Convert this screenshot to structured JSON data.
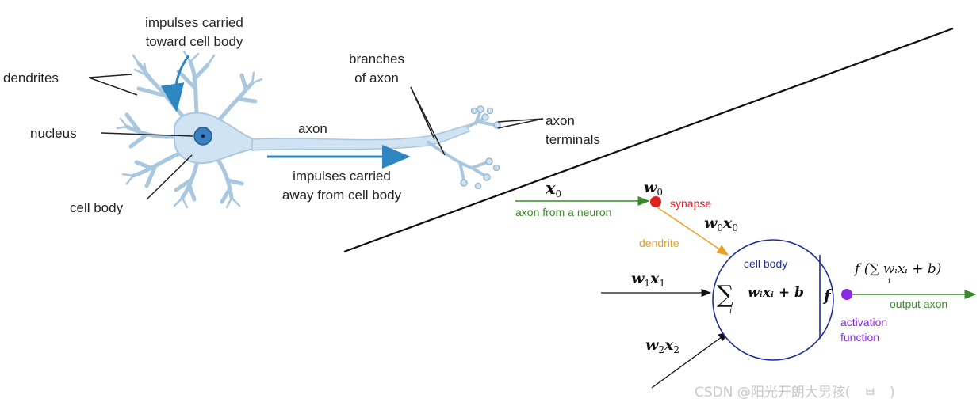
{
  "neuron": {
    "impulses_toward_line1": "impulses carried",
    "impulses_toward_line2": "toward cell body",
    "dendrites": "dendrites",
    "nucleus": "nucleus",
    "cell_body": "cell body",
    "axon": "axon",
    "branches_line1": "branches",
    "branches_line2": "of axon",
    "terminals_line1": "axon",
    "terminals_line2": "terminals",
    "impulses_away_line1": "impulses carried",
    "impulses_away_line2": "away from cell body"
  },
  "model": {
    "x0": "x",
    "x0_sub": "0",
    "w0": "w",
    "w0_sub": "0",
    "synapse": "synapse",
    "axon_from_neuron": "axon from a neuron",
    "w0x0_w": "w",
    "w0x0_wsub": "0",
    "w0x0_x": "x",
    "w0x0_xsub": "0",
    "dendrite": "dendrite",
    "cell_body": "cell body",
    "w1x1_w": "w",
    "w1x1_wsub": "1",
    "w1x1_x": "x",
    "w1x1_xsub": "1",
    "w2x2_w": "w",
    "w2x2_wsub": "2",
    "w2x2_x": "x",
    "w2x2_xsub": "2",
    "sum_symbol": "∑",
    "sum_index": "i",
    "sum_expr": "wᵢxᵢ + b",
    "f_symbol": "f",
    "output_expr": "f (∑ wᵢxᵢ + b)",
    "output_index": "i",
    "output_axon": "output axon",
    "activation_line1": "activation",
    "activation_line2": "function"
  },
  "watermark": "CSDN @阳光开朗大男孩(　ㅂ　)",
  "colors": {
    "cell": "#cfe3f2",
    "cell_outline": "#a9c7de",
    "nucleus": "#3a7fc1",
    "blue_arrow": "#2e86c1",
    "green": "#3a8a2a",
    "red": "#e02020",
    "orange": "#e8a020",
    "navy": "#1f2f9a",
    "purple": "#8a2be2"
  }
}
